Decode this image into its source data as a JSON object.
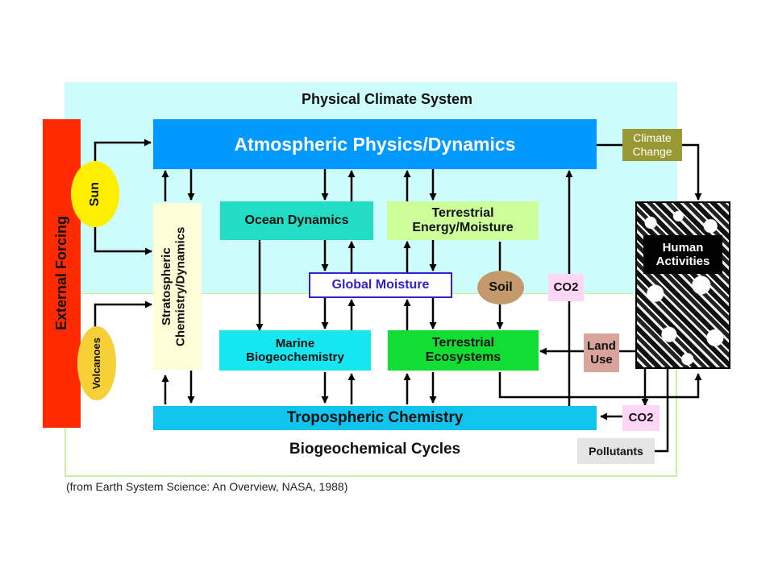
{
  "title_top": "Physical Climate System",
  "title_bottom": "Biogeochemical Cycles",
  "external_forcing": "External Forcing",
  "sun": "Sun",
  "volcanoes": "Volcanoes",
  "atmosphere": "Atmospheric Physics/Dynamics",
  "stratospheric": "Stratospheric Chemistry/Dynamics",
  "ocean_dynamics": "Ocean Dynamics",
  "terrestrial_energy": "Terrestrial Energy/Moisture",
  "global_moisture": "Global Moisture",
  "soil": "Soil",
  "co2_upper": "CO2",
  "marine_bio": "Marine Biogeochemistry",
  "terrestrial_eco": "Terrestrial Ecosystems",
  "land_use": "Land Use",
  "tropospheric": "Tropospheric Chemistry",
  "co2_lower": "CO2",
  "pollutants": "Pollutants",
  "climate_change": "Climate Change",
  "human_activities": "Human Activities",
  "caption": "(from Earth System Science: An Overview, NASA, 1988)",
  "colors": {
    "physical_bg": "#ccfcfc",
    "bio_border": "#c8f0a0",
    "external_forcing": "#ff2a00",
    "sun": "#ffee00",
    "volcanoes": "#f7d038",
    "atmosphere": "#0099ff",
    "stratospheric": "#fdfdd8",
    "ocean_dynamics": "#22ddc4",
    "terrestrial_energy": "#ccff99",
    "global_moisture_border": "#3322cc",
    "soil": "#c49a6c",
    "co2": "#ffd6f6",
    "marine_bio": "#16e6f0",
    "terrestrial_eco": "#11dd33",
    "land_use": "#d9a49c",
    "tropospheric": "#11c4ee",
    "pollutants": "#e4e4e4",
    "climate_change": "#999933"
  }
}
